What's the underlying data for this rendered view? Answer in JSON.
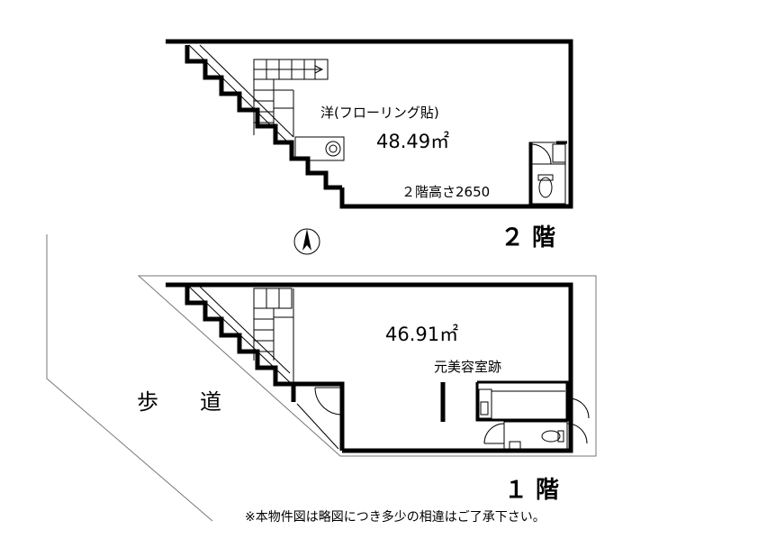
{
  "floor2": {
    "room_label": "洋(フローリング貼)",
    "area": "48.49㎡",
    "ceiling_height": "２階高さ2650",
    "floor_label": "２ 階"
  },
  "floor1": {
    "area": "46.91㎡",
    "room_label": "元美容室跡",
    "floor_label": "１ 階"
  },
  "sidewalk_label_1": "歩",
  "sidewalk_label_2": "道",
  "disclaimer": "※本物件図は略図につき多少の相違はご了承下さい。"
}
